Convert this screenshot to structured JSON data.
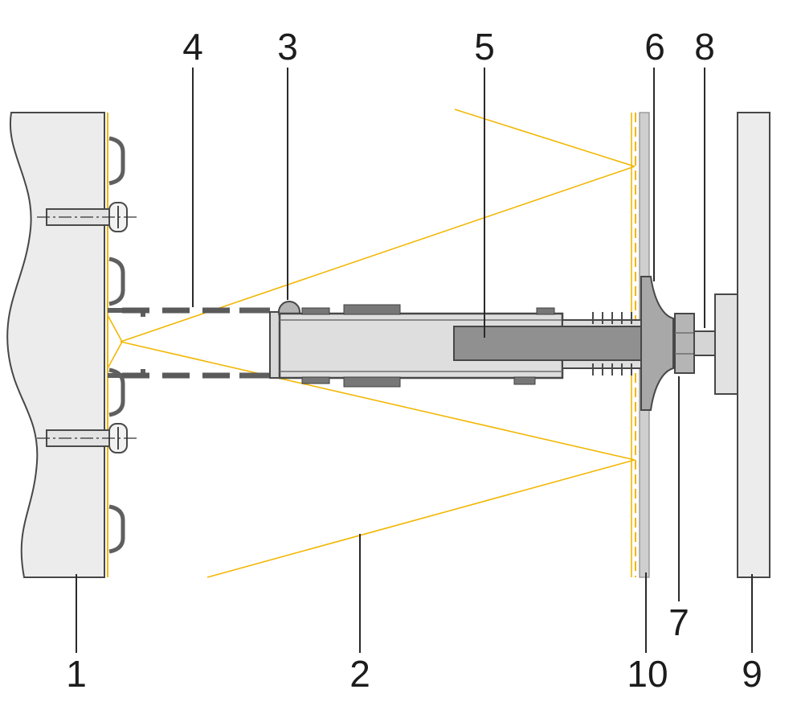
{
  "diagram": {
    "callouts": [
      {
        "label": "1"
      },
      {
        "label": "2"
      },
      {
        "label": "3"
      },
      {
        "label": "4"
      },
      {
        "label": "5"
      },
      {
        "label": "6"
      },
      {
        "label": "7"
      },
      {
        "label": "8"
      },
      {
        "label": "9"
      },
      {
        "label": "10"
      }
    ]
  },
  "colors": {
    "accent_yellow": "#F2B705",
    "outline_dark": "#3F3F3F",
    "metal_dark": "#5F5F5F",
    "metal_mid": "#A8A8A8",
    "fill_light": "#ECECEC",
    "fill_strip": "#CFCFCF",
    "background": "#FFFFFF"
  }
}
